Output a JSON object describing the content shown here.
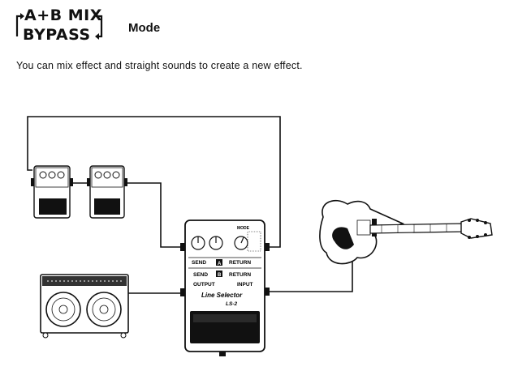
{
  "header": {
    "symbol_top": "A+B MIX",
    "symbol_bottom": "BYPASS",
    "mode_label": "Mode"
  },
  "description": "You can mix effect and straight sounds to create a new effect.",
  "ls2": {
    "mode_title": "MODE",
    "row1": "SEND",
    "row1_mid": "A",
    "row1_right": "RETURN",
    "row2_left": "SEND",
    "row2_mid": "B",
    "row2_right": "RETURN",
    "row3_left": "OUTPUT",
    "row3_right": "INPUT",
    "brand": "Line Selector",
    "model": "LS-2"
  }
}
